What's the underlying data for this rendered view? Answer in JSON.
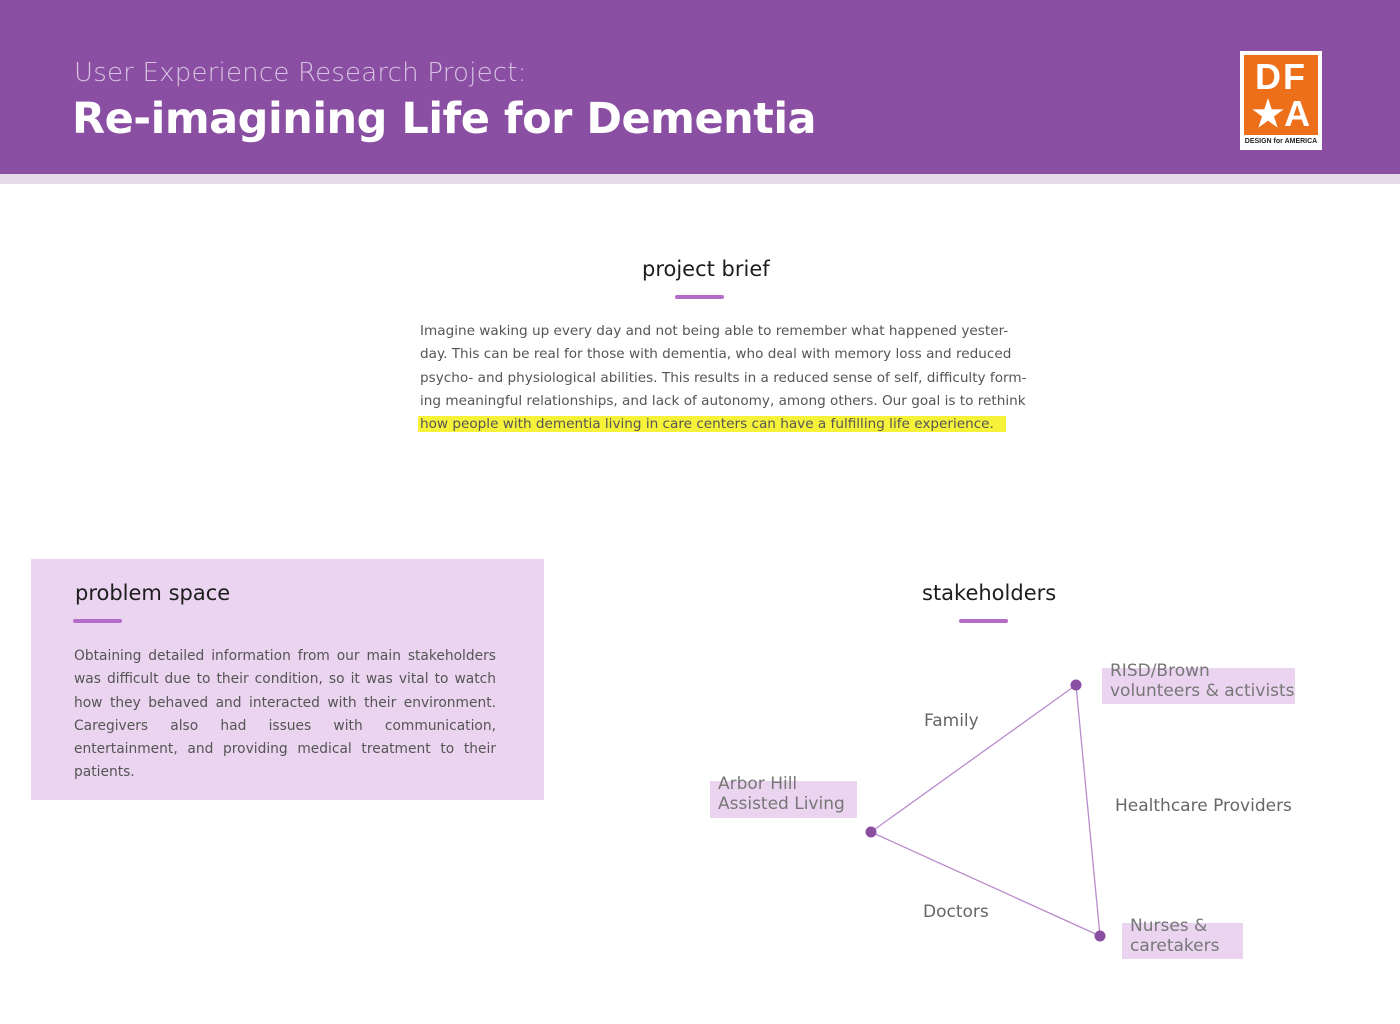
{
  "header": {
    "subtitle": "User Experience Research Project:",
    "title": "Re-imagining Life for Dementia",
    "logo": {
      "line1": "DF",
      "line2": "★A",
      "caption": "DESIGN for AMERICA"
    },
    "colors": {
      "band": "#8a4fa3",
      "logo": "#ee6f1a"
    }
  },
  "project_brief": {
    "heading": "project brief",
    "lines": [
      "Imagine waking up every day and not being able to remember what happened yester-",
      "day. This can be real for those with dementia, who deal with memory loss and reduced",
      "psycho- and physiological abilities. This results in a reduced sense of self, difficulty form-",
      "ing meaningful relationships, and lack of autonomy, among others. Our goal is to rethink"
    ],
    "highlighted_line": "how people with dementia living in care centers can have a fulfilling life experience.",
    "highlight_color": "#f6f23a"
  },
  "problem_space": {
    "heading": "problem space",
    "text": "Obtaining detailed information from our main stakeholders was difficult  due to their  condition, so it was vital to watch how they behaved and interacted with their environment. Caregivers also had issues with communication, entertainment, and providing medical treatment to their patients."
  },
  "stakeholders": {
    "heading": "stakeholders",
    "nodes": {
      "care_center": {
        "line1": "Arbor Hill",
        "line2": "Assisted Living"
      },
      "volunteers": {
        "line1": "RISD/Brown",
        "line2": "volunteers & activists"
      },
      "nurses": {
        "line1": "Nurses &",
        "line2": "caretakers"
      }
    },
    "edges": {
      "family": "Family",
      "healthcare": "Healthcare Providers",
      "doctors": "Doctors"
    }
  }
}
